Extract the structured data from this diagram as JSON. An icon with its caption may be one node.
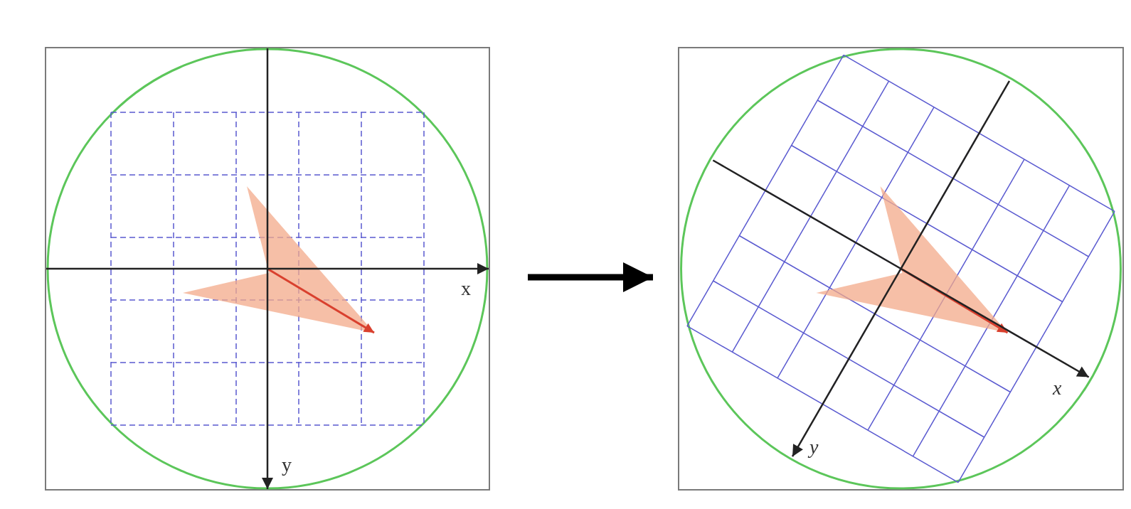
{
  "diagram": {
    "nodes": [
      {
        "text": [],
        "shape": "box"
      },
      {
        "text": [],
        "shape": "box"
      }
    ],
    "edges": [
      {
        "from": 0,
        "to": 1,
        "arrow": "to"
      }
    ],
    "labels": [
      "x",
      "y",
      "x",
      "y"
    ]
  }
}
